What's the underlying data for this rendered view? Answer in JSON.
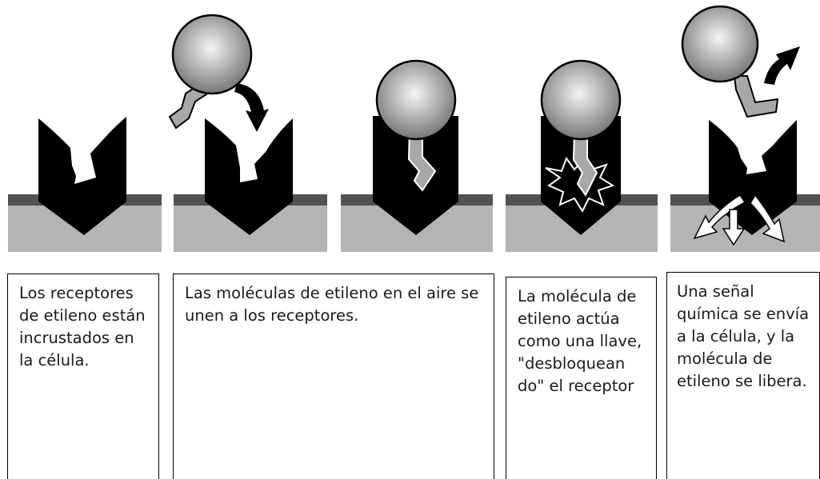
{
  "captions": [
    "Los receptores de etileno están incrustados en la célula.",
    "Las moléculas de etileno en el aire se unen a los receptores.",
    "La molécula de etileno actúa como una llave, \"desbloquean do\" el receptor",
    "Una señal química se envía a la célula, y la molécula de etileno se libera."
  ],
  "stages": [
    "receptor-empty",
    "ethylene-approaching",
    "ethylene-bound",
    "receptor-activated",
    "ethylene-released"
  ],
  "colors": {
    "membrane_top": "#525252",
    "membrane_body": "#b4b4b4",
    "receptor": "#000000",
    "ligand_dark": "#6e6e6e",
    "ligand_light": "#f4f4f4",
    "stick": "#9a9a9a"
  }
}
